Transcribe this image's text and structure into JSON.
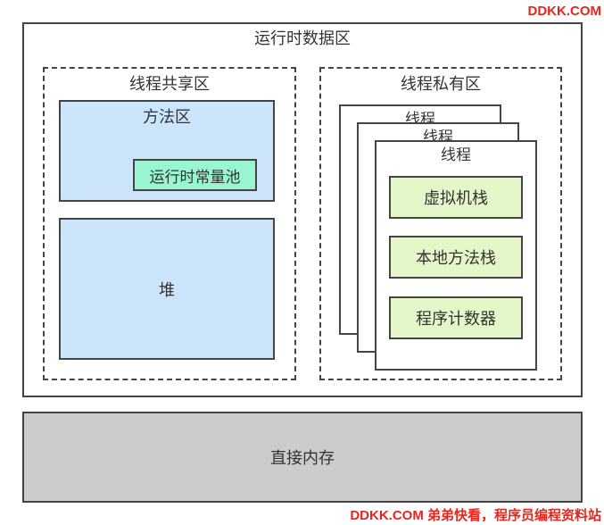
{
  "watermarks": {
    "top": "DDKK.COM",
    "bottom": "DDKK.COM 弟弟快看，程序员编程资料站"
  },
  "runtime_data_area": {
    "title": "运行时数据区",
    "shared": {
      "title": "线程共享区",
      "method_area": {
        "title": "方法区",
        "constant_pool": "运行时常量池"
      },
      "heap": "堆"
    },
    "private": {
      "title": "线程私有区",
      "threads": [
        "线程",
        "线程",
        "线程"
      ],
      "components": [
        "虚拟机栈",
        "本地方法栈",
        "程序计数器"
      ]
    }
  },
  "direct_memory": "直接内存",
  "colors": {
    "method_area_fill": "#cce5fb",
    "heap_fill": "#cce5fb",
    "constant_pool_fill": "#99f5cf",
    "component_fill": "#e3f7c8",
    "direct_memory_fill": "#cccccc",
    "watermark": "#e8251d"
  }
}
